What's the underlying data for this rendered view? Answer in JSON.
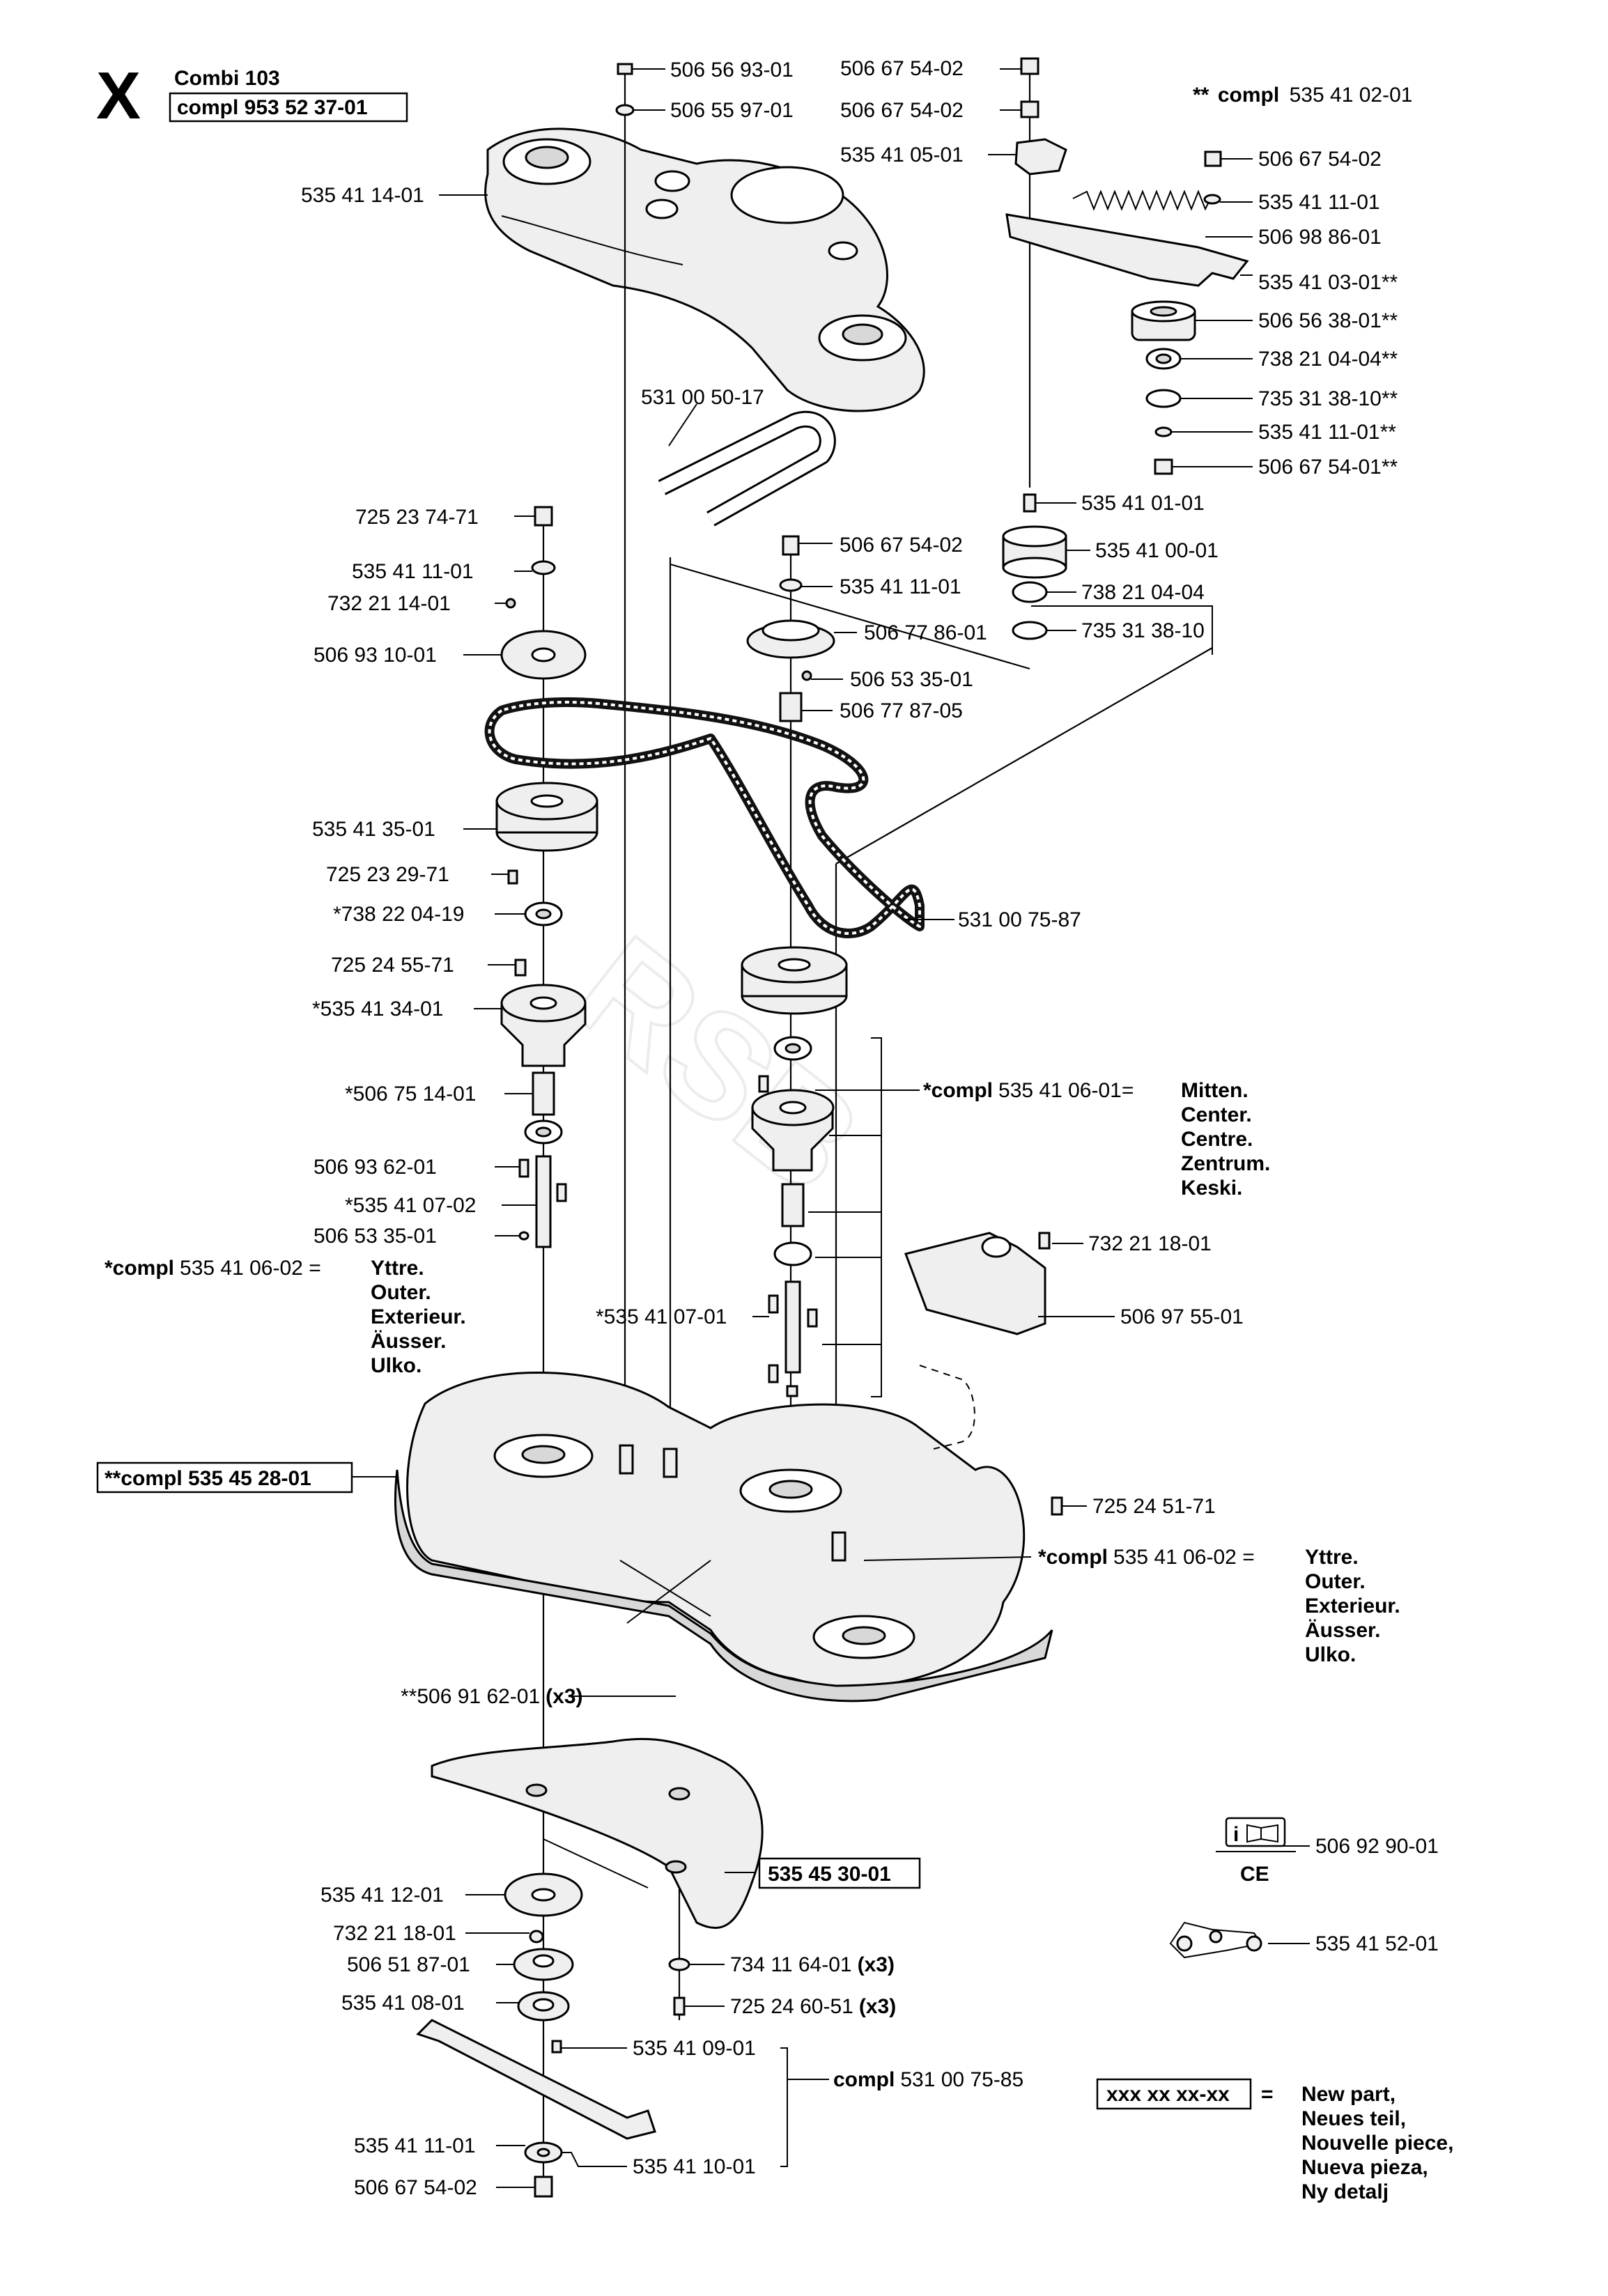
{
  "header": {
    "section_letter": "X",
    "model": "Combi 103",
    "assembly": "compl 953 52 37-01",
    "note_top_right_bold": "**",
    "note_top_right_prefix": "compl",
    "note_top_right_number": "535 41 02-01"
  },
  "labels": {
    "p1": "506 56 93-01",
    "p2": "506 55 97-01",
    "p3": "506 67 54-02",
    "p4": "506 67 54-02",
    "p5": "535 41 05-01",
    "p6": "535 41 14-01",
    "p7": "506 67 54-02",
    "p8": "535 41 11-01",
    "p9": "506 98 86-01",
    "p10": "535 41 03-01**",
    "p11": "506 56 38-01**",
    "p12": "738 21 04-04**",
    "p13": "735 31 38-10**",
    "p14": "535 41 11-01**",
    "p15": "506 67 54-01**",
    "p16": "531 00 50-17",
    "p17": "535 41 01-01",
    "p18": "725 23 74-71",
    "p19": "506 67 54-02",
    "p20": "535 41 00-01",
    "p21": "535 41 11-01",
    "p22": "535 41 11-01",
    "p23": "738 21 04-04",
    "p24": "732 21 14-01",
    "p25": "506 77 86-01",
    "p26": "735 31 38-10",
    "p27": "506 93 10-01",
    "p28": "506 53 35-01",
    "p29": "506 77 87-05",
    "p30": "535 41 35-01",
    "p31": "725 23 29-71",
    "p32": "*738 22 04-19",
    "p33": "531 00 75-87",
    "p34": "725 24 55-71",
    "p35": "*535 41 34-01",
    "p36": "*506 75 14-01",
    "p37": "506 93 62-01",
    "p38": "*535 41 07-02",
    "p39": "506 53 35-01",
    "p40": "732 21 18-01",
    "p41": "*535 41 07-01",
    "p42": "506 97 55-01",
    "p43": "725 24 51-71",
    "p44": "**506 91 62-01",
    "p44_qty": "(x3)",
    "p45": "535 41 12-01",
    "p46": "732 21 18-01",
    "p47": "506 51 87-01",
    "p48": "535 41 08-01",
    "p49": "734 11 64-01",
    "p49_qty": "(x3)",
    "p50": "725 24 60-51",
    "p50_qty": "(x3)",
    "p51": "535 41 09-01",
    "p52": "535 41 10-01",
    "p53": "535 41 11-01",
    "p54": "506 67 54-02",
    "p55": "506 92 90-01",
    "p56": "535 41 52-01"
  },
  "boxed": {
    "deck_assembly": "**compl 535 45 28-01",
    "blade_guard": "535 45 30-01",
    "legend_box": "xxx xx xx-xx"
  },
  "center_group": {
    "prefix": "*compl",
    "number": "535 41 06-01=",
    "lines": [
      "Mitten.",
      "Center.",
      "Centre.",
      "Zentrum.",
      "Keski."
    ]
  },
  "outer_group_left": {
    "prefix": "*compl",
    "number": "535 41 06-02 =",
    "lines": [
      "Yttre.",
      "Outer.",
      "Exterieur.",
      "Äusser.",
      "Ulko."
    ]
  },
  "outer_group_right": {
    "prefix": "*compl",
    "number": "535 41 06-02 =",
    "lines": [
      "Yttre.",
      "Outer.",
      "Exterieur.",
      "Äusser.",
      "Ulko."
    ]
  },
  "blade_group": {
    "prefix": "compl",
    "number": "531 00 75-85"
  },
  "legend": {
    "equals": "=",
    "lines": [
      "New part,",
      "Neues teil,",
      "Nouvelle piece,",
      "Nueva pieza,",
      "Ny detalj"
    ]
  },
  "icons": {
    "manual_icon": "i-book-icon",
    "ce_mark": "CE",
    "belt_routing_icon": "belt-routing-icon"
  }
}
